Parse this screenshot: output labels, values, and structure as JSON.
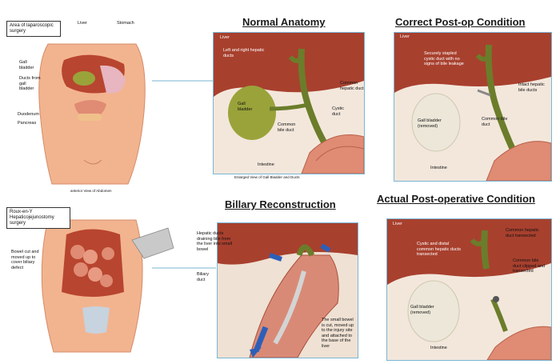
{
  "headings": {
    "normal": "Normal Anatomy",
    "correct": "Correct Post-op Condition",
    "reconstruction": "Billary Reconstruction",
    "actual": "Actual Post-operative Condition"
  },
  "torso_top": {
    "box": "Area of laparoscopic surgery",
    "liver": "Liver",
    "stomach": "Stomach",
    "gallbladder": "Gall bladder",
    "ducts": "Ducts from gall bladder",
    "duodenum": "Duodenum",
    "pancreas": "Pancreas",
    "caption": "anterior View of Abdomen"
  },
  "torso_bottom": {
    "box": "Roux-en-Y Hepaticojejunostomy surgery",
    "bowel": "Bowel cut and moved up to cover biliary defect"
  },
  "normal": {
    "liver": "Liver",
    "hepatic_ducts": "Left and right hepatic ducts",
    "common_hepatic": "Common hepatic duct",
    "gall_bladder": "Gall bladder",
    "cystic": "Cystic duct",
    "common_bile": "Common bile duct",
    "intestine": "Intestine",
    "caption": "Enlarged View of Gall Bladder and Ducts"
  },
  "correct": {
    "liver": "Liver",
    "cystic_note": "Securely stapled cystic duct with no signs of bile leakage",
    "intact": "Intact hepatic bile ducts",
    "gall_bladder": "Gall bladder (removed)",
    "common_bile": "Common bile duct",
    "intestine": "Intestine"
  },
  "reconstruction": {
    "hepatic_ducts": "Hepatic ducts draining bile from the liver into small bowel",
    "biliary": "Biliary duct",
    "small_bowel": "The small bowel is cut, moved up to the injury site and attached to the base of the liver"
  },
  "actual": {
    "liver": "Liver",
    "cystic_note": "Cystic and distal common hepatic ducts transected",
    "common_hepatic": "Common hepatic duct transected",
    "gall_bladder": "Gall bladder (removed)",
    "common_bile": "Common bile duct clipped and transected",
    "intestine": "Intestine"
  },
  "colors": {
    "panel_border": "#7ab6d6",
    "liver": "#a8402e",
    "duct": "#6b7d2a",
    "gallbladder": "#9aa33a",
    "skin": "#f2b48f",
    "intestine": "#e08b74",
    "bowel_arrow": "#2d5fb8"
  }
}
